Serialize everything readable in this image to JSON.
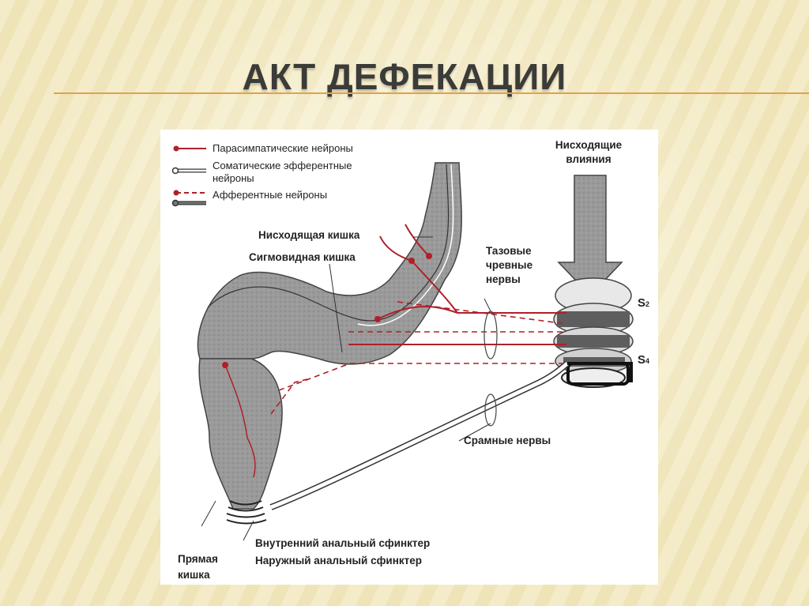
{
  "slide": {
    "title": "АКТ ДЕФЕКАЦИИ"
  },
  "legend": {
    "parasympathetic": "Парасимпатические нейроны",
    "somatic_line1": "Соматические эфферентные",
    "somatic_line2": "нейроны",
    "afferent": "Афферентные нейроны"
  },
  "labels": {
    "descending_line1": "Нисходящие",
    "descending_line2": "влияния",
    "descending_colon": "Нисходящая кишка",
    "sigmoid_colon": "Сигмовидная кишка",
    "pelvic_line1": "Тазовые",
    "pelvic_line2": "чревные",
    "pelvic_line3": "нервы",
    "s2": "S",
    "s2_sub": "2",
    "s4": "S",
    "s4_sub": "4",
    "pudendal": "Срамные нервы",
    "internal_sphincter": "Внутренний анальный сфинктер",
    "external_sphincter": "Наружный анальный сфинктер",
    "rectum_line1": "Прямая",
    "rectum_line2": "кишка"
  },
  "colors": {
    "parasympathetic": "#b0202a",
    "bowel": "#8f8f8f",
    "title": "#3b3b38",
    "accent_rule": "#e0a24a"
  }
}
